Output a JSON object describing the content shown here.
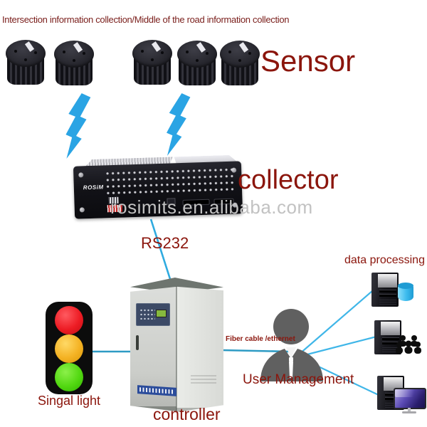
{
  "title": "Intersection information collection/Middle of the road information collection",
  "watermark": "rosimits.en.alibaba.com",
  "colors": {
    "accent_red": "#8B150C",
    "title_red": "#7B201D",
    "line_blue": "#2FABE0",
    "bolt_blue": "#2AA4E4",
    "watermark_gray": "#C2C2C2"
  },
  "nodes": {
    "sensor": {
      "label": "Sensor",
      "count": 5
    },
    "collector": {
      "label": "collector",
      "brand": "ROSiM"
    },
    "controller": {
      "label": "controller"
    },
    "signal_light": {
      "label": "Singal light"
    },
    "user_management": {
      "label": "User Management"
    },
    "data_processing": {
      "label": "data processing",
      "server_count": 3
    }
  },
  "connections": [
    {
      "from": "sensors",
      "to": "collector",
      "type": "wireless-lightning"
    },
    {
      "from": "collector",
      "to": "controller",
      "label": "RS232"
    },
    {
      "from": "signal-light",
      "to": "controller",
      "label": ""
    },
    {
      "from": "controller",
      "to": "user-management",
      "label": "Fiber cable /ethernet"
    },
    {
      "from": "user-management",
      "to": "server-database",
      "label": ""
    },
    {
      "from": "user-management",
      "to": "server-users",
      "label": ""
    },
    {
      "from": "user-management",
      "to": "server-monitor",
      "label": ""
    }
  ],
  "edge_labels": {
    "rs232": "RS232",
    "fiber": "Fiber cable /ethernet"
  }
}
